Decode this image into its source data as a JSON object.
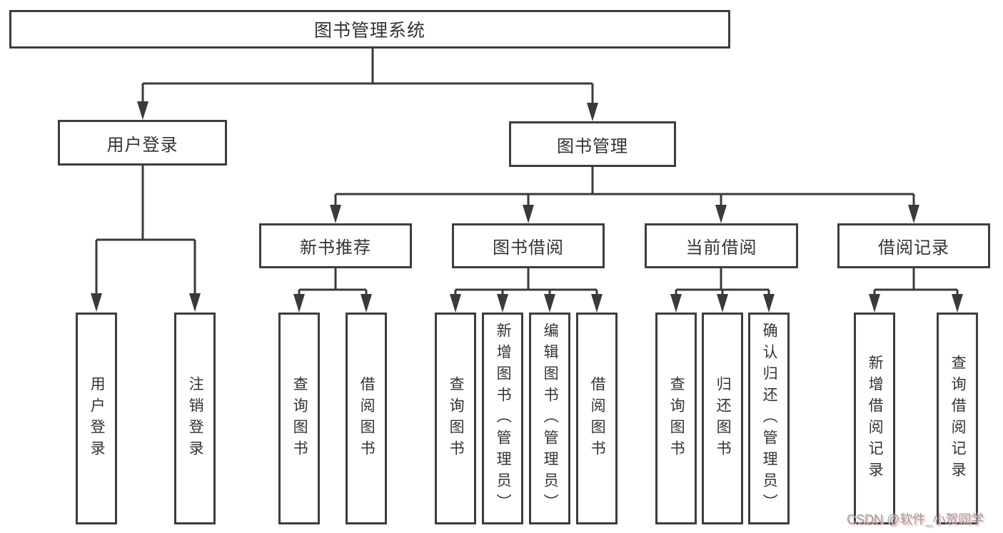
{
  "tree": {
    "label": "图书管理系统",
    "children": [
      {
        "label": "用户登录",
        "children": [
          {
            "label": "用户登录"
          },
          {
            "label": "注销登录"
          }
        ]
      },
      {
        "label": "图书管理",
        "children": [
          {
            "label": "新书推荐",
            "children": [
              {
                "label": "查询图书"
              },
              {
                "label": "借阅图书"
              }
            ]
          },
          {
            "label": "图书借阅",
            "children": [
              {
                "label": "查询图书"
              },
              {
                "label": "新增图书（管理员）"
              },
              {
                "label": "编辑图书（管理员）"
              },
              {
                "label": "借阅图书"
              }
            ]
          },
          {
            "label": "当前借阅",
            "children": [
              {
                "label": "查询图书"
              },
              {
                "label": "归还图书"
              },
              {
                "label": "确认归还（管理员）"
              }
            ]
          },
          {
            "label": "借阅记录",
            "children": [
              {
                "label": "新增借阅记录"
              },
              {
                "label": "查询借阅记录"
              }
            ]
          }
        ]
      }
    ]
  },
  "watermark": {
    "text": "CSDN @软件_小贺同学"
  },
  "colors": {
    "line": "#3a3a3a",
    "border": "#3d3d3d",
    "ink": "#333333",
    "watermark_text": "#9c9c9c",
    "watermark_shadow": "#f3bdbd",
    "background": "#ffffff"
  }
}
